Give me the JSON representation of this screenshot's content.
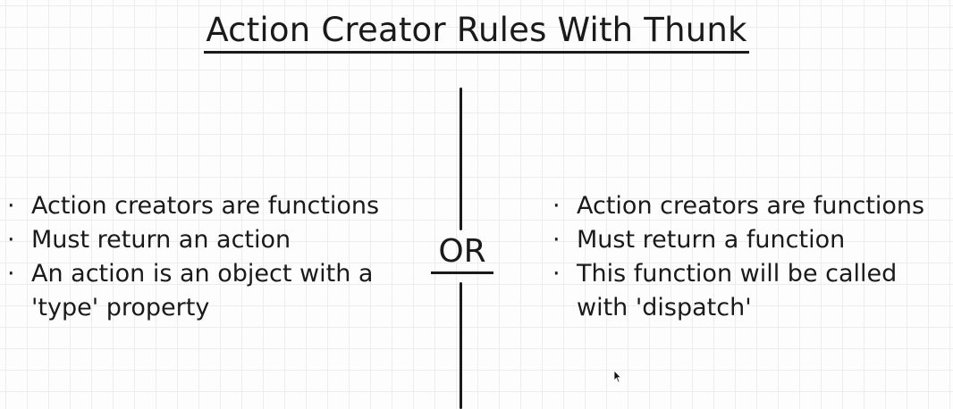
{
  "title": "Action Creator Rules With Thunk",
  "left_column": {
    "items": [
      {
        "bullet": "·",
        "text": "Action creators are functions",
        "continuation": ""
      },
      {
        "bullet": "·",
        "text": "Must return an action",
        "continuation": ""
      },
      {
        "bullet": "·",
        "text": "An action is an object with a",
        "continuation": "'type' property"
      }
    ]
  },
  "separator": {
    "label": "OR"
  },
  "right_column": {
    "items": [
      {
        "bullet": "·",
        "text": "Action creators are functions",
        "continuation": ""
      },
      {
        "bullet": "·",
        "text": "Must return a function",
        "continuation": ""
      },
      {
        "bullet": "·",
        "text": "This function will be called",
        "continuation": "with 'dispatch'"
      }
    ]
  }
}
